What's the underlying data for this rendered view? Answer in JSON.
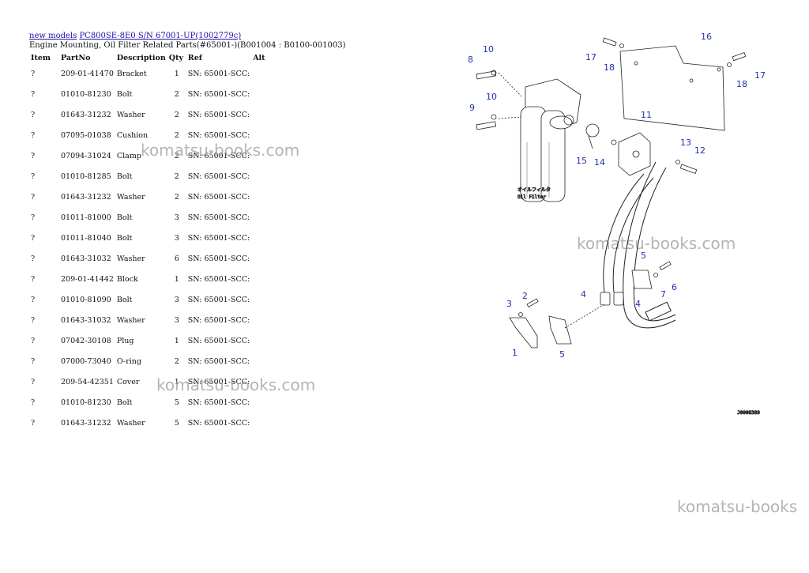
{
  "breadcrumb": {
    "root": "new models",
    "model": "PC800SE-8E0 S/N 67001-UP(1002779c)"
  },
  "subtitle": "Engine Mounting, Oil Filter Related Parts(#65001-)(B001004 : B0100-001003)",
  "table": {
    "headers": {
      "item": "Item",
      "part_no": "PartNo",
      "description": "Description",
      "qty": "Qty",
      "ref": "Ref",
      "alt": "Alt"
    },
    "rows": [
      {
        "item": "?",
        "part_no": "209-01-41470",
        "description": "Bracket",
        "qty": "1",
        "ref": "SN: 65001-SCC:"
      },
      {
        "item": "?",
        "part_no": "01010-81230",
        "description": "Bolt",
        "qty": "2",
        "ref": "SN: 65001-SCC:"
      },
      {
        "item": "?",
        "part_no": "01643-31232",
        "description": "Washer",
        "qty": "2",
        "ref": "SN: 65001-SCC:"
      },
      {
        "item": "?",
        "part_no": "07095-01038",
        "description": "Cushion",
        "qty": "2",
        "ref": "SN: 65001-SCC:"
      },
      {
        "item": "?",
        "part_no": "07094-31024",
        "description": "Clamp",
        "qty": "2",
        "ref": "SN: 65001-SCC:"
      },
      {
        "item": "?",
        "part_no": "01010-81285",
        "description": "Bolt",
        "qty": "2",
        "ref": "SN: 65001-SCC:"
      },
      {
        "item": "?",
        "part_no": "01643-31232",
        "description": "Washer",
        "qty": "2",
        "ref": "SN: 65001-SCC:"
      },
      {
        "item": "?",
        "part_no": "01011-81000",
        "description": "Bolt",
        "qty": "3",
        "ref": "SN: 65001-SCC:"
      },
      {
        "item": "?",
        "part_no": "01011-81040",
        "description": "Bolt",
        "qty": "3",
        "ref": "SN: 65001-SCC:"
      },
      {
        "item": "?",
        "part_no": "01643-31032",
        "description": "Washer",
        "qty": "6",
        "ref": "SN: 65001-SCC:"
      },
      {
        "item": "?",
        "part_no": "209-01-41442",
        "description": "Block",
        "qty": "1",
        "ref": "SN: 65001-SCC:"
      },
      {
        "item": "?",
        "part_no": "01010-81090",
        "description": "Bolt",
        "qty": "3",
        "ref": "SN: 65001-SCC:"
      },
      {
        "item": "?",
        "part_no": "01643-31032",
        "description": "Washer",
        "qty": "3",
        "ref": "SN: 65001-SCC:"
      },
      {
        "item": "?",
        "part_no": "07042-30108",
        "description": "Plug",
        "qty": "1",
        "ref": "SN: 65001-SCC:"
      },
      {
        "item": "?",
        "part_no": "07000-73040",
        "description": "O-ring",
        "qty": "2",
        "ref": "SN: 65001-SCC:"
      },
      {
        "item": "?",
        "part_no": "209-54-42351",
        "description": "Cover",
        "qty": "1",
        "ref": "SN: 65001-SCC:"
      },
      {
        "item": "?",
        "part_no": "01010-81230",
        "description": "Bolt",
        "qty": "5",
        "ref": "SN: 65001-SCC:"
      },
      {
        "item": "?",
        "part_no": "01643-31232",
        "description": "Washer",
        "qty": "5",
        "ref": "SN: 65001-SCC:"
      }
    ]
  },
  "watermarks": [
    "komatsu-books.com",
    "komatsu-books.com",
    "komatsu-books.com",
    "komatsu-books"
  ],
  "diagram": {
    "oil_filter_jp": "オイルフィルタ",
    "oil_filter_en": "Oil Filter",
    "drawing_code": "J0008389",
    "callouts": [
      "1",
      "2",
      "3",
      "4",
      "4",
      "5",
      "5",
      "6",
      "7",
      "8",
      "9",
      "10",
      "10",
      "11",
      "12",
      "13",
      "14",
      "15",
      "16",
      "17",
      "17",
      "18",
      "18"
    ]
  },
  "colors": {
    "link": "#1a0dab",
    "callout": "#2233aa",
    "watermark": "#9b9b9b"
  }
}
